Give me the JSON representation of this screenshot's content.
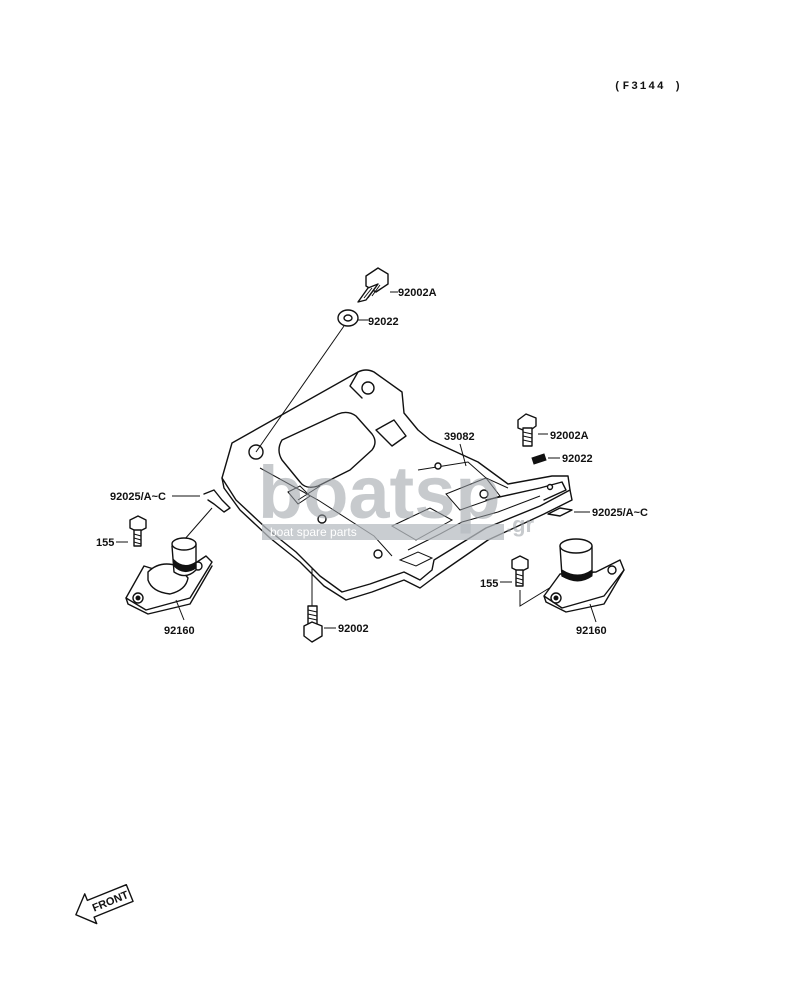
{
  "diagram_code": "(F3144 )",
  "labels": {
    "top_bolt": "92002A",
    "top_washer": "92022",
    "plate": "39082",
    "right_bolt": "92002A",
    "right_washer": "92022",
    "left_clip": "92025/A~C",
    "right_clip": "92025/A~C",
    "left_bolt": "155",
    "right_bolt_small": "155",
    "left_mount": "92160",
    "right_mount": "92160",
    "bottom_bolt": "92002"
  },
  "watermark": {
    "brand": "boatsp",
    "tagline": "boat spare parts",
    "suffix": ".gr"
  },
  "front_arrow": "FRONT",
  "colors": {
    "line": "#111111",
    "watermark": "#9aa0a6",
    "background": "#ffffff"
  }
}
